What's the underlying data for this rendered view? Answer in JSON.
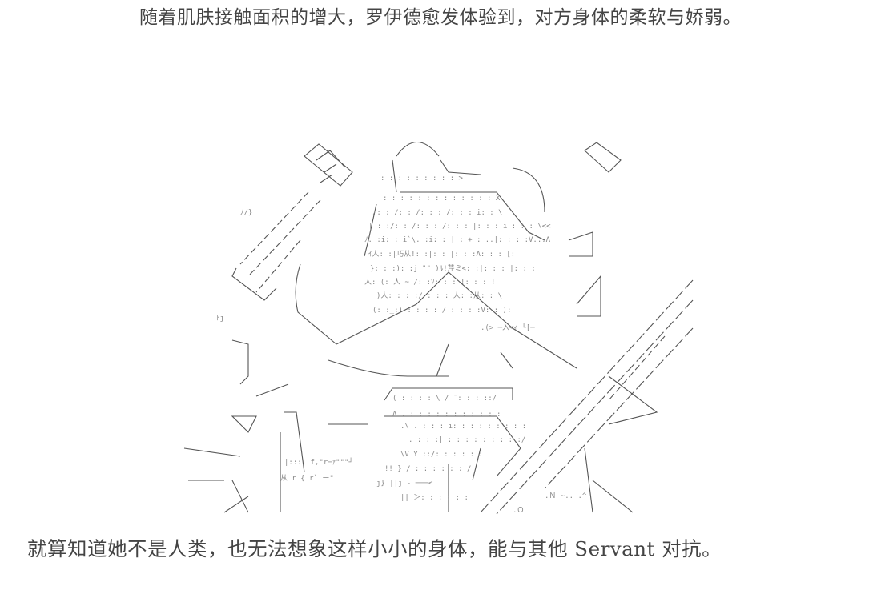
{
  "paragraphs": [
    "随着肌肤接触面积的增大，罗伊德愈发体验到，对方身体的柔软与娇弱。",
    "就算知道她不是人类，也无法想象这样小小的身体，能与其他 Servant 对抗。"
  ],
  "art": {
    "kind": "ascii-art illustration of a small girl with a large key and hat"
  }
}
